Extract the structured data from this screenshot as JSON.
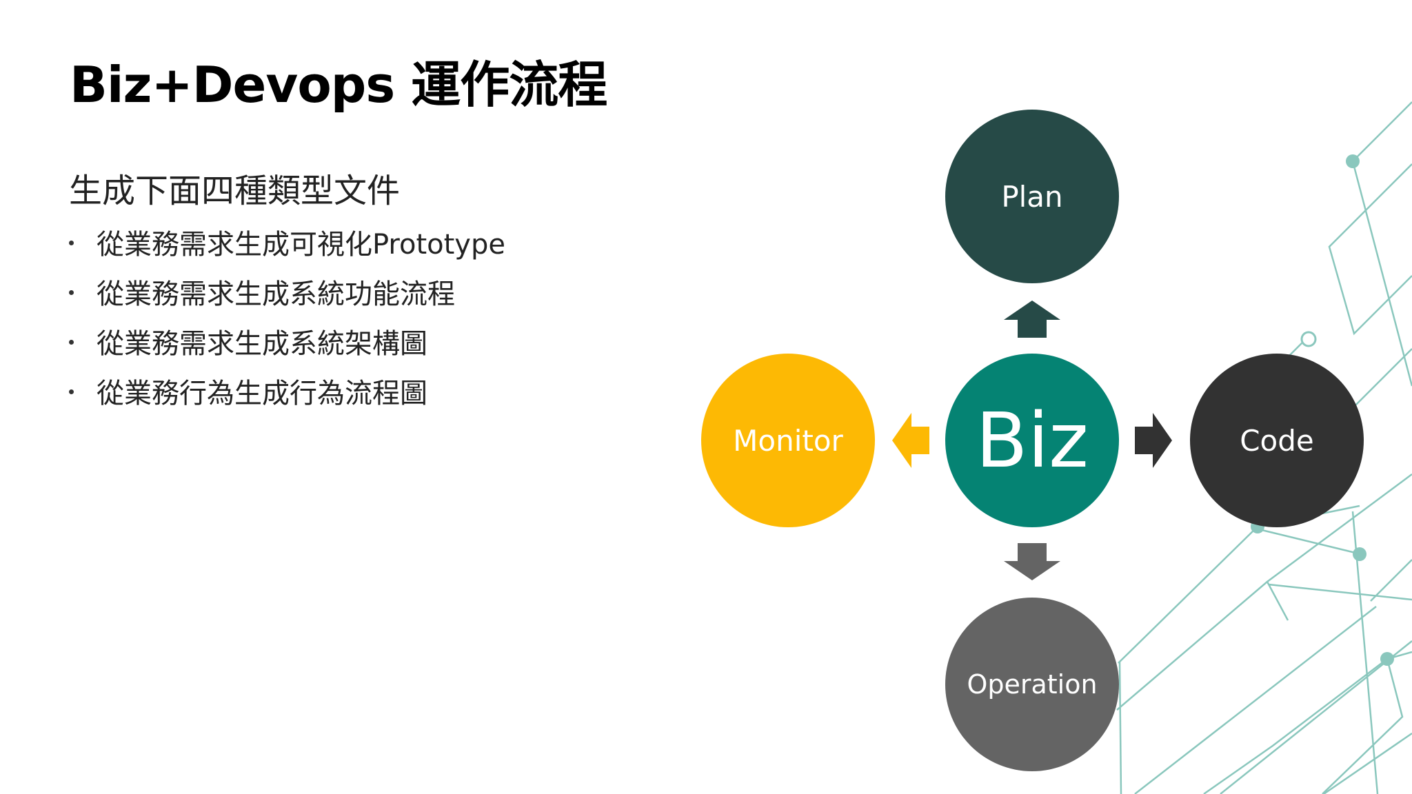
{
  "slide": {
    "title": "Biz+Devops 運作流程",
    "subtitle": "生成下面四種類型文件",
    "bullets": [
      "從業務需求生成可視化Prototype",
      "從業務需求生成系統功能流程",
      "從業務需求生成系統架構圖",
      "從業務行為生成行為流程圖"
    ]
  },
  "diagram": {
    "center": "Biz",
    "top": "Plan",
    "right": "Code",
    "bottom": "Operation",
    "left": "Monitor",
    "colors": {
      "plan": "#264a47",
      "biz": "#058373",
      "code": "#323232",
      "monitor": "#fdb904",
      "operation": "#646464",
      "decoration": "#8ac7bd"
    }
  }
}
